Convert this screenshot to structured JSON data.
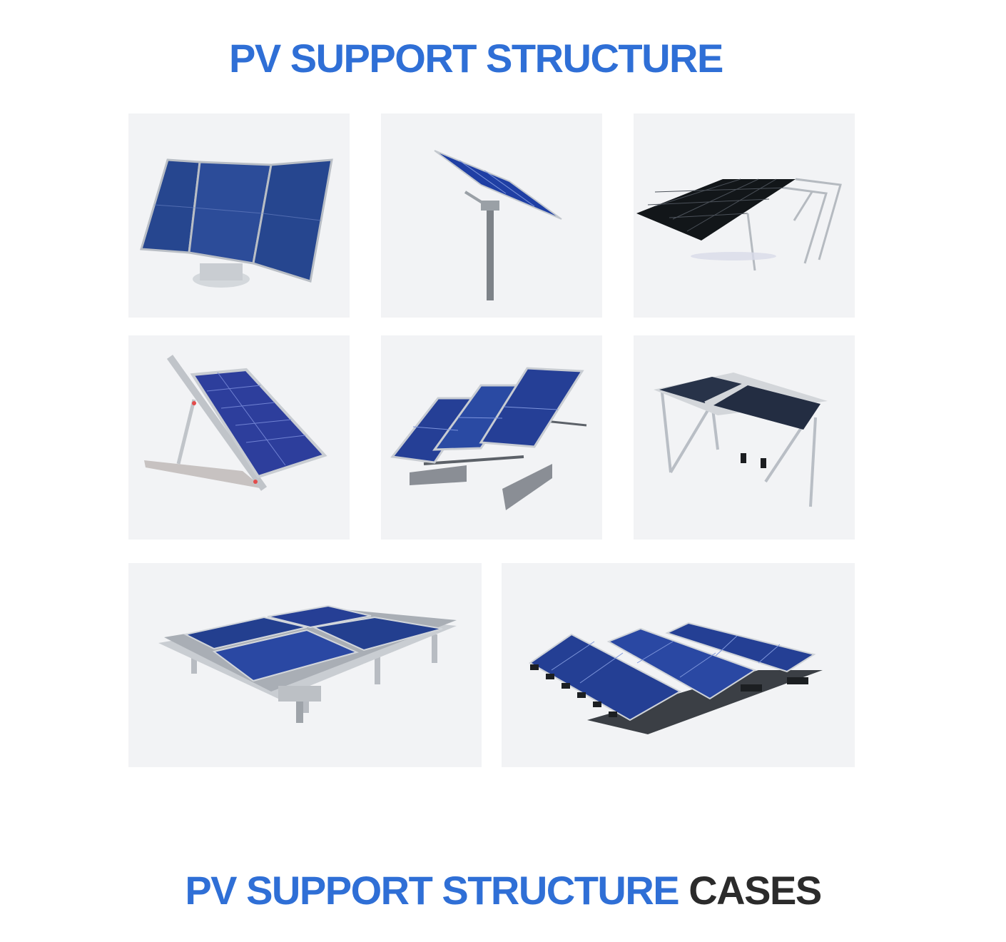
{
  "heading_top": "PV SUPPORT STRUCTURE",
  "heading_bottom": {
    "blue": "PV SUPPORT STRUCTURE",
    "dark": "CASES"
  },
  "colors": {
    "accent_blue": "#2f6fd6",
    "dark_text": "#2b2b2b",
    "tile_bg": "#f2f3f5",
    "panel_blue": "#1e3a8a"
  },
  "images": [
    {
      "name": "three-panel-rotating-mount"
    },
    {
      "name": "single-pole-mount"
    },
    {
      "name": "ground-rack-mount"
    },
    {
      "name": "adjustable-tilt-bracket"
    },
    {
      "name": "ballast-flat-roof-mount"
    },
    {
      "name": "folding-table-mount"
    },
    {
      "name": "carport-frame-mount"
    },
    {
      "name": "floating-ballast-array"
    }
  ]
}
